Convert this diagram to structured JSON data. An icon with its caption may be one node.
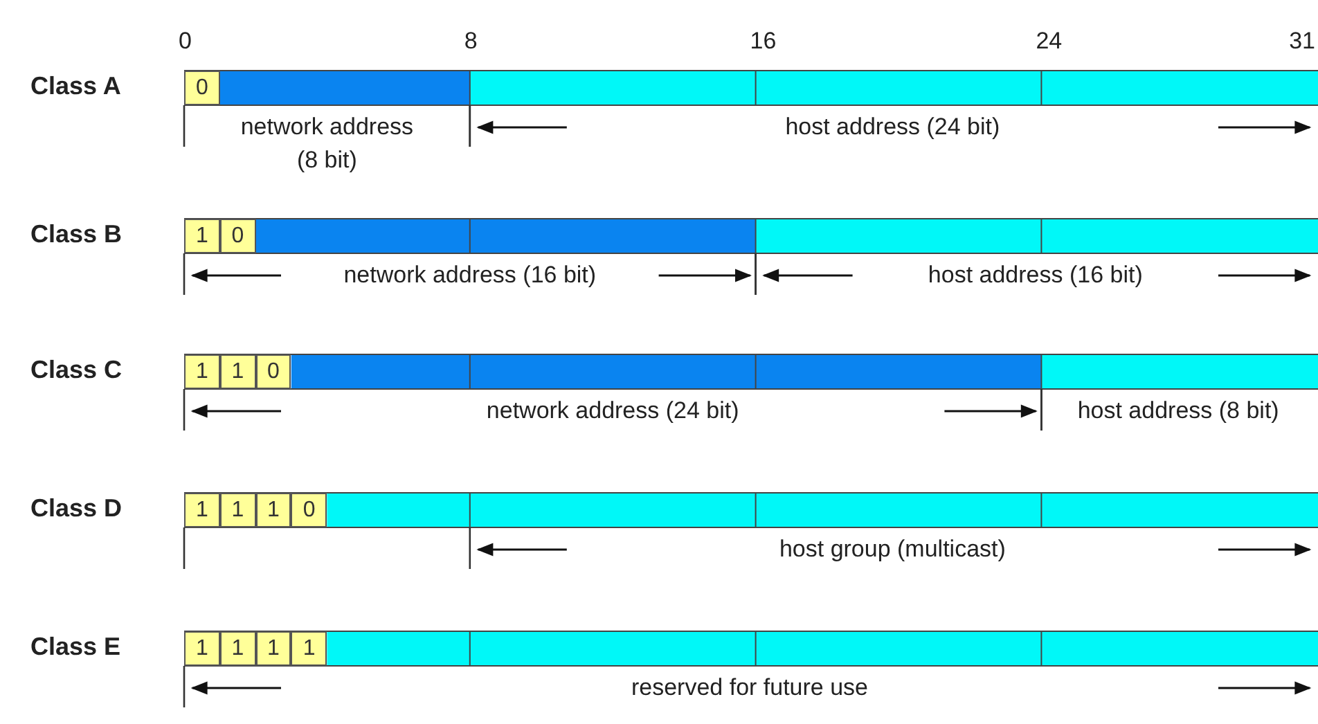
{
  "diagram": {
    "nodes": [
      {
        "text": [
          "0"
        ]
      },
      {
        "text": [
          "1"
        ]
      },
      {
        "text": [
          "0"
        ]
      },
      {
        "text": [
          "1"
        ]
      },
      {
        "text": [
          "1"
        ]
      },
      {
        "text": [
          "0"
        ]
      },
      {
        "text": [
          "1"
        ]
      },
      {
        "text": [
          "1"
        ]
      },
      {
        "text": [
          "1"
        ]
      },
      {
        "text": [
          "0"
        ]
      },
      {
        "text": [
          "1"
        ]
      },
      {
        "text": [
          "1"
        ]
      },
      {
        "text": [
          "1"
        ]
      },
      {
        "text": [
          "1"
        ]
      }
    ],
    "labels": [
      "0",
      "8",
      "16",
      "24",
      "31",
      "Class A",
      "network address (8 bit)",
      "host address (24 bit)",
      "Class B",
      "network address (16 bit)",
      "host address (16 bit)",
      "Class C",
      "network address (24 bit)",
      "host address (8 bit)",
      "Class D",
      "host group (multicast)",
      "Class E",
      "reserved for future use"
    ]
  }
}
